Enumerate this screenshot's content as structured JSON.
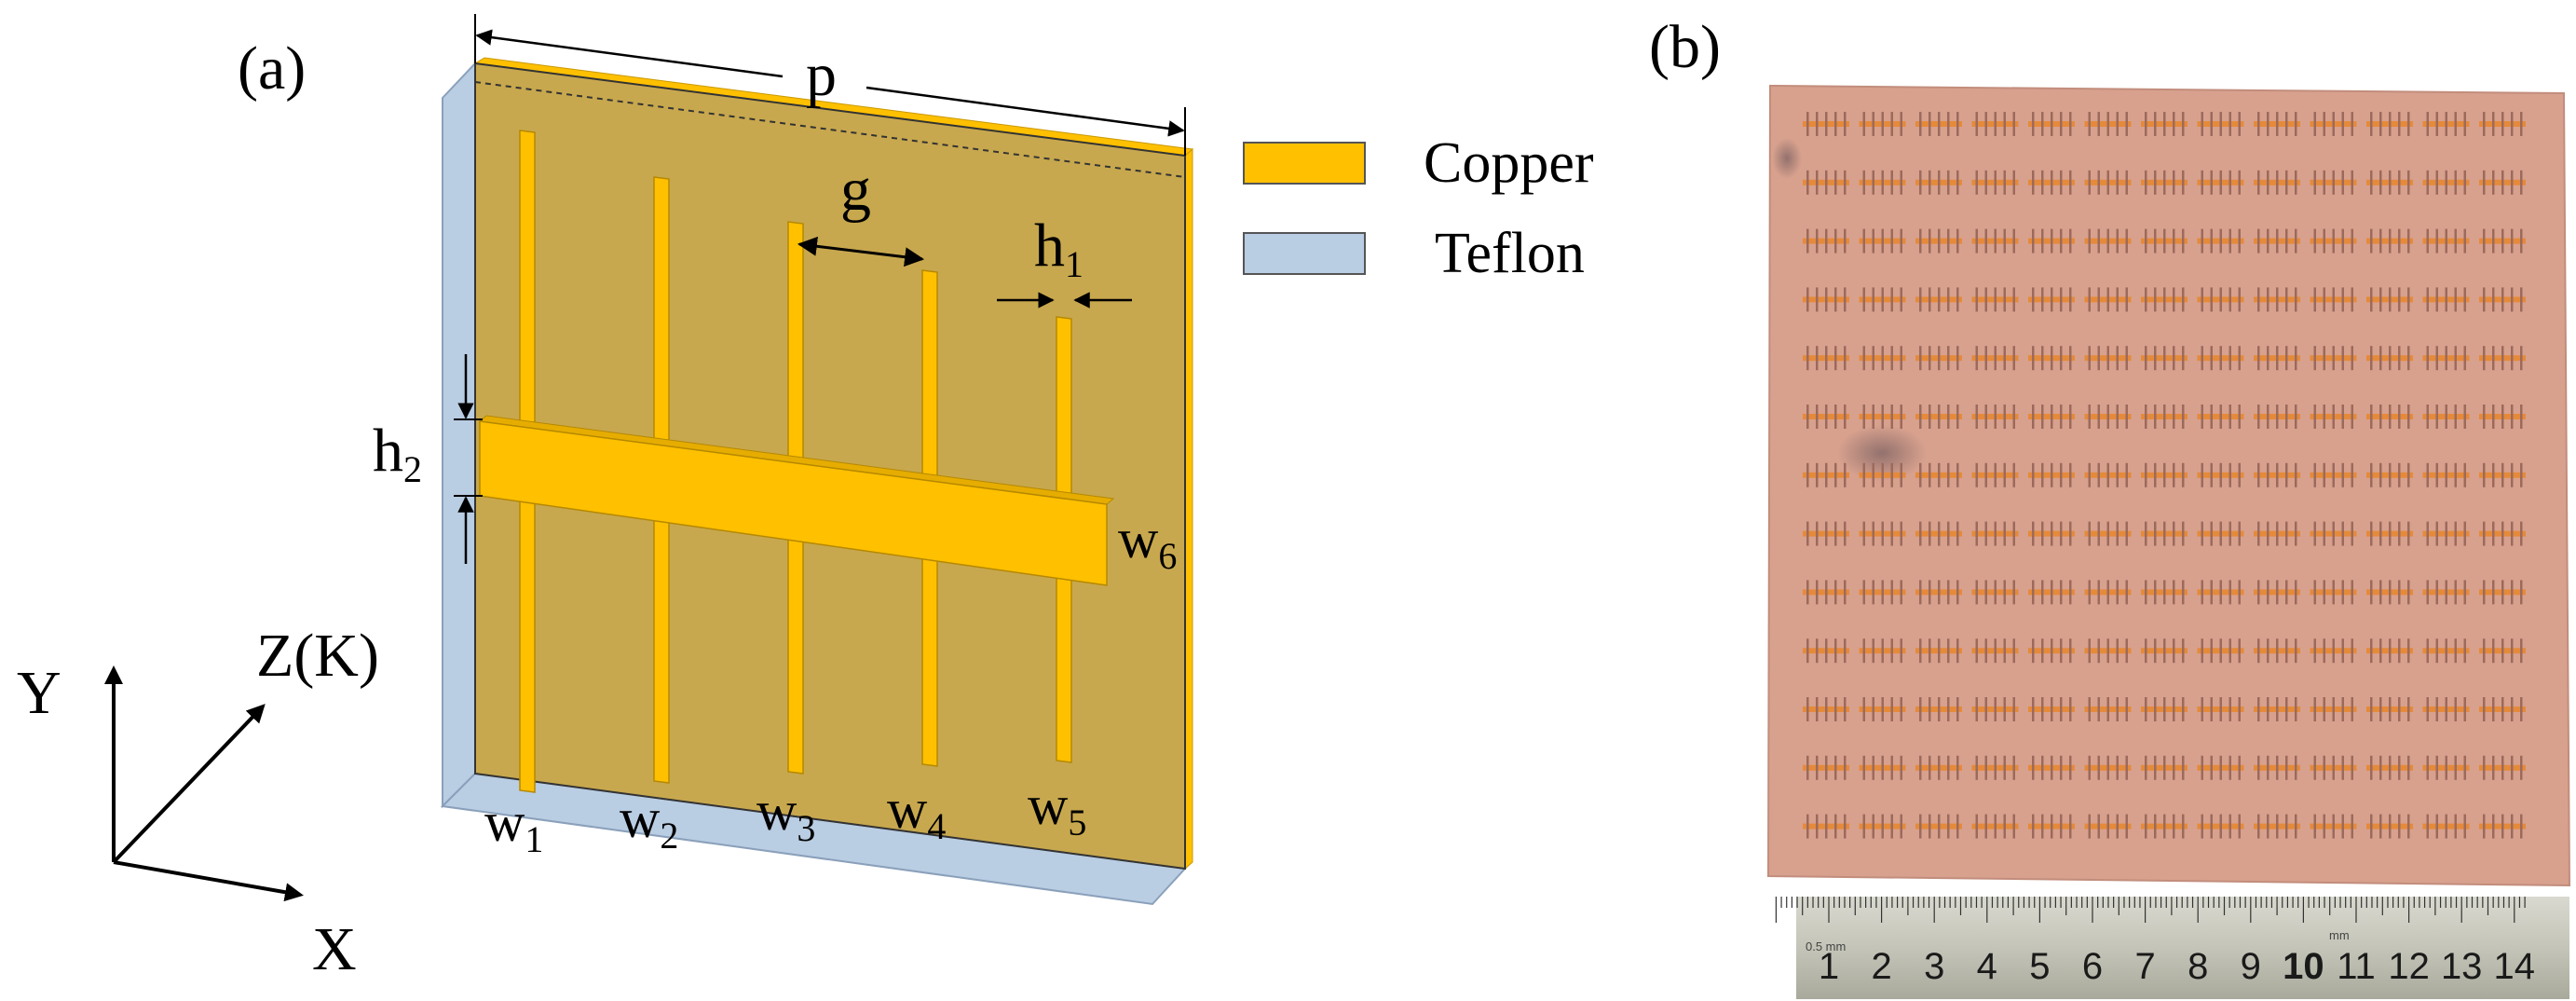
{
  "panel_a": {
    "label": "(a)",
    "dims": {
      "p": "p",
      "g": "g",
      "h1_base": "h",
      "h1_sub": "1",
      "h2_base": "h",
      "h2_sub": "2"
    },
    "strips": [
      {
        "base": "w",
        "sub": "1"
      },
      {
        "base": "w",
        "sub": "2"
      },
      {
        "base": "w",
        "sub": "3"
      },
      {
        "base": "w",
        "sub": "4"
      },
      {
        "base": "w",
        "sub": "5"
      }
    ],
    "bar": {
      "base": "w",
      "sub": "6"
    },
    "axes": {
      "y": "Y",
      "z": "Z(K)",
      "x": "X"
    }
  },
  "legend": [
    {
      "label": "Copper",
      "color": "#FFC000"
    },
    {
      "label": "Teflon",
      "color": "#B9CDE3"
    }
  ],
  "panel_b": {
    "label": "(b)",
    "ruler": {
      "unit_left": "0.5 mm",
      "unit_right": "mm",
      "numbers": [
        "1",
        "2",
        "3",
        "4",
        "5",
        "6",
        "7",
        "8",
        "9",
        "10",
        "11",
        "12",
        "13",
        "14"
      ]
    }
  },
  "colors": {
    "copper": "#FFC000",
    "board": "#C8A84E",
    "teflon": "#B9CDE3",
    "sample": "#D8A18E"
  }
}
